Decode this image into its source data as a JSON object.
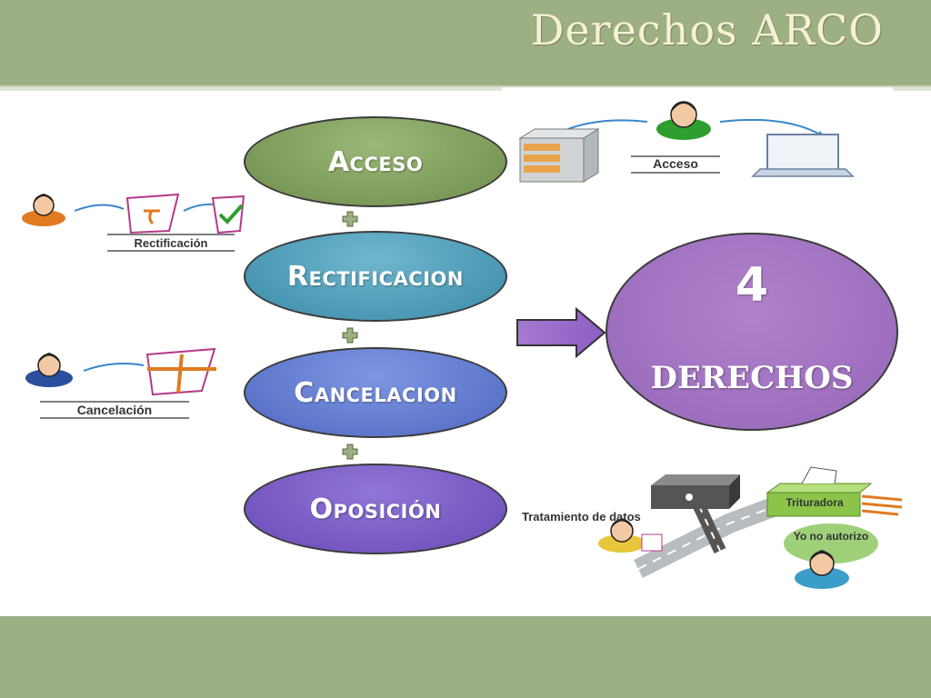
{
  "title": "Derechos ARCO",
  "rights": [
    {
      "label": "Acceso",
      "color": "#7f9d5c"
    },
    {
      "label": "Rectificacion",
      "color": "#4fa0bd"
    },
    {
      "label": "Cancelacion",
      "color": "#5f7ad2"
    },
    {
      "label": "Oposición",
      "color": "#7b5bc7"
    }
  ],
  "result": {
    "number": "4",
    "word": "DERECHOS"
  },
  "illustrations": {
    "acceso_caption": "Acceso",
    "rectificacion_caption": "Rectificación",
    "cancelacion_caption": "Cancelación",
    "oposicion": {
      "tratamiento": "Tratamiento de datos",
      "trituradora": "Trituradora",
      "no_autorizo": "Yo no autorizo"
    }
  }
}
